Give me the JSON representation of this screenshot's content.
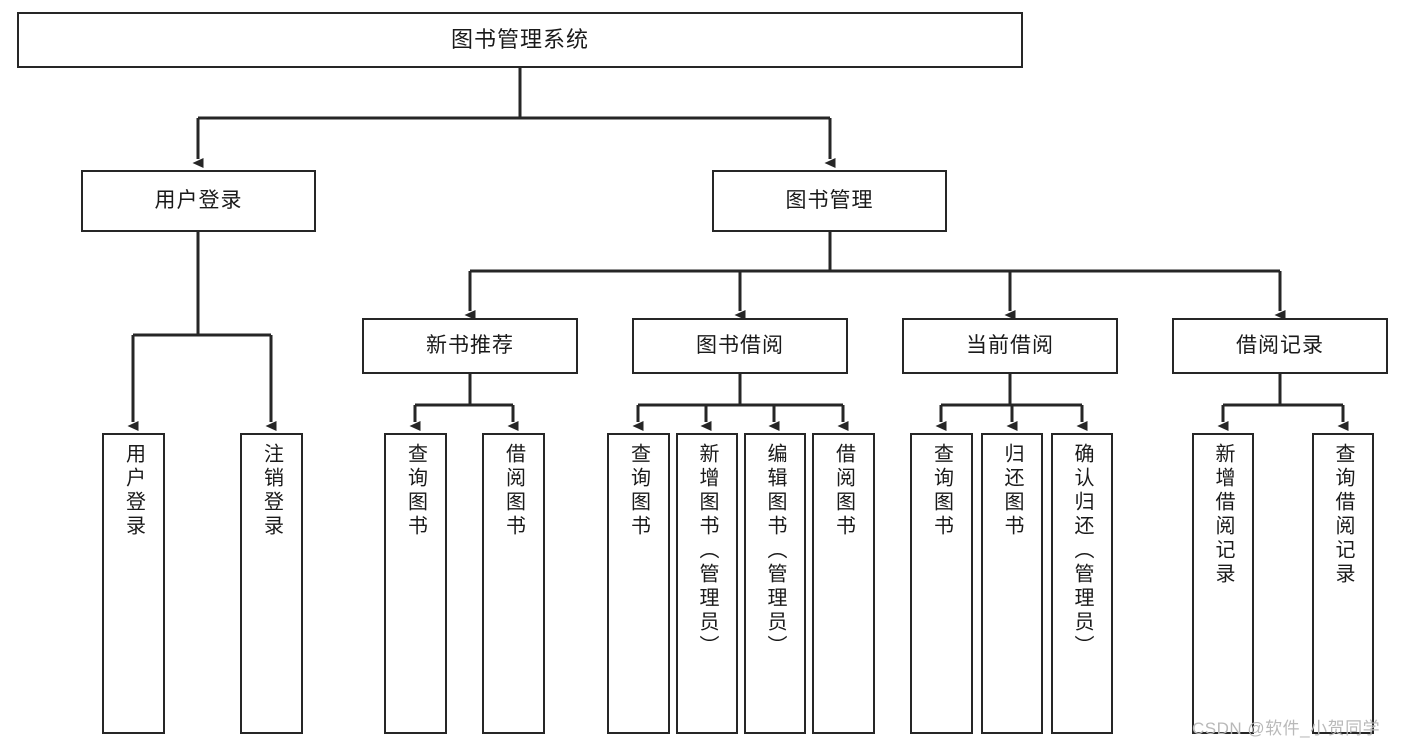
{
  "diagram": {
    "title": "图书管理系统",
    "type": "tree-hierarchy",
    "stroke_color": "#262626",
    "background_color": "#ffffff",
    "text_color": "#1a1a1a"
  },
  "root": {
    "label": "图书管理系统"
  },
  "level2": [
    {
      "label": "用户登录"
    },
    {
      "label": "图书管理"
    }
  ],
  "level3": [
    {
      "label": "新书推荐"
    },
    {
      "label": "图书借阅"
    },
    {
      "label": "当前借阅"
    },
    {
      "label": "借阅记录"
    }
  ],
  "leaves": {
    "user_login": [
      {
        "label": "用户登录"
      },
      {
        "label": "注销登录"
      }
    ],
    "new_book_recommend": [
      {
        "label": "查询图书"
      },
      {
        "label": "借阅图书"
      }
    ],
    "book_borrow": [
      {
        "label": "查询图书"
      },
      {
        "label": "新增图书（管理员）"
      },
      {
        "label": "编辑图书（管理员）"
      },
      {
        "label": "借阅图书"
      }
    ],
    "current_borrow": [
      {
        "label": "查询图书"
      },
      {
        "label": "归还图书"
      },
      {
        "label": "确认归还（管理员）"
      }
    ],
    "borrow_record": [
      {
        "label": "新增借阅记录"
      },
      {
        "label": "查询借阅记录"
      }
    ]
  },
  "watermark": {
    "text": "CSDN @软件_小贺同学",
    "color": "#b9b9b9"
  }
}
